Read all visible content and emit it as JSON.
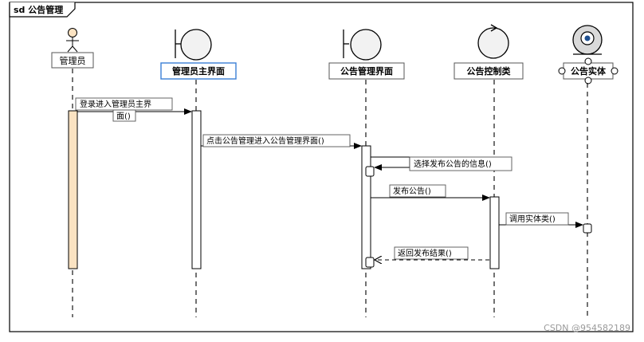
{
  "frame": {
    "title": "sd 公告管理"
  },
  "participants": [
    {
      "id": "admin",
      "kind": "actor",
      "label": "管理员"
    },
    {
      "id": "admin_ui",
      "kind": "boundary",
      "label": "管理员主界面"
    },
    {
      "id": "notice_ui",
      "kind": "boundary",
      "label": "公告管理界面"
    },
    {
      "id": "notice_ctrl",
      "kind": "control",
      "label": "公告控制类"
    },
    {
      "id": "notice_entity",
      "kind": "entity",
      "label": "公告实体"
    }
  ],
  "messages": [
    {
      "id": "m1",
      "from": "admin",
      "to": "admin_ui",
      "lines": [
        "登录进入管理员主界",
        "面()"
      ]
    },
    {
      "id": "m2",
      "from": "admin_ui",
      "to": "notice_ui",
      "lines": [
        "点击公告管理进入公告管理界面()"
      ]
    },
    {
      "id": "m3",
      "from": "notice_ui",
      "to": "notice_ui",
      "self": true,
      "lines": [
        "选择发布公告的信息()"
      ]
    },
    {
      "id": "m4",
      "from": "notice_ui",
      "to": "notice_ctrl",
      "lines": [
        "发布公告()"
      ]
    },
    {
      "id": "m5",
      "from": "notice_ctrl",
      "to": "notice_entity",
      "lines": [
        "调用实体类()"
      ]
    },
    {
      "id": "m6",
      "from": "notice_ctrl",
      "to": "notice_ui",
      "return": true,
      "lines": [
        "返回发布结果()"
      ]
    }
  ],
  "watermark": "CSDN @954582189",
  "colors": {
    "line": "#000000",
    "actor_activation": "#fbe3c2",
    "boundary_label_border": "#3b7fd6",
    "icon_fill_light": "#f2f2f2",
    "entity_fill": "#d9d9d9",
    "watermark": "#9a9a9a"
  }
}
